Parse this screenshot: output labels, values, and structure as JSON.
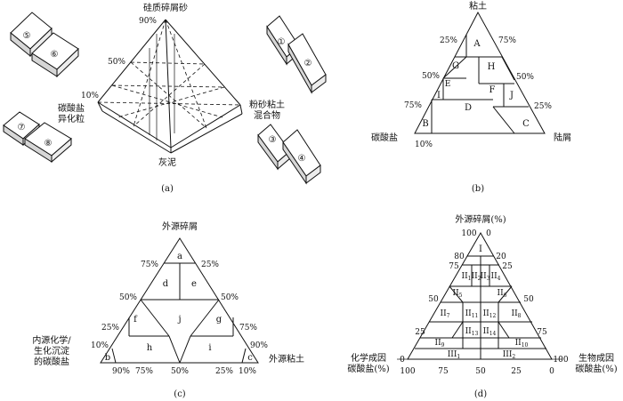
{
  "panel_a": {
    "caption": "(a)",
    "top": "硅质碎屑砂",
    "left_line1": "碳酸盐",
    "left_line2": "异化粒",
    "right_line1": "粉砂粘土",
    "right_line2": "混合物",
    "bottom": "灰泥",
    "pct_90": "90%",
    "pct_50": "50%",
    "pct_10": "10%",
    "circles": [
      "①",
      "②",
      "③",
      "④",
      "⑤",
      "⑥",
      "⑦",
      "⑧"
    ]
  },
  "panel_b": {
    "caption": "(b)",
    "top": "粘土",
    "left": "碳酸盐",
    "right": "陆屑",
    "left_pcts": [
      "25%",
      "50%",
      "75%",
      "10%"
    ],
    "right_pcts": [
      "75%",
      "50%",
      "25%"
    ],
    "zones": [
      "A",
      "G",
      "H",
      "E",
      "I",
      "F",
      "J",
      "D",
      "B",
      "C"
    ]
  },
  "panel_c": {
    "caption": "(c)",
    "top": "外源碎屑",
    "left_line1": "内源化学/",
    "left_line2": "生化沉淀",
    "left_line3": "的碳酸盐",
    "right": "外源粘土",
    "left_pcts": [
      "75%",
      "50%",
      "25%",
      "10%"
    ],
    "right_pcts": [
      "25%",
      "50%",
      "75%",
      "90%"
    ],
    "bottom_pcts": [
      "90%",
      "75%",
      "50%",
      "25%",
      "10%"
    ],
    "zones": [
      "a",
      "d",
      "e",
      "f",
      "j",
      "g",
      "h",
      "i",
      "b",
      "c"
    ]
  },
  "panel_d": {
    "caption": "(d)",
    "top": "外源碎屑(%)",
    "left_line1": "化学成因",
    "left_line2": "碳酸盐(%)",
    "right_line1": "生物成因",
    "right_line2": "碳酸盐(%)",
    "top_ticks": [
      "100",
      "0"
    ],
    "left_ticks": [
      "80",
      "75",
      "50",
      "25",
      "0"
    ],
    "right_ticks": [
      "20",
      "25",
      "50",
      "75",
      "100"
    ],
    "bottom_ticks": [
      "100",
      "75",
      "50",
      "25",
      "0"
    ],
    "zone_I": "I",
    "zone_II": "II",
    "zone_III": "III",
    "subs": [
      "1",
      "2",
      "3",
      "4",
      "5",
      "6",
      "7",
      "8",
      "9",
      "10",
      "11",
      "12",
      "13",
      "14"
    ],
    "iii_subs": [
      "1",
      "2"
    ]
  }
}
